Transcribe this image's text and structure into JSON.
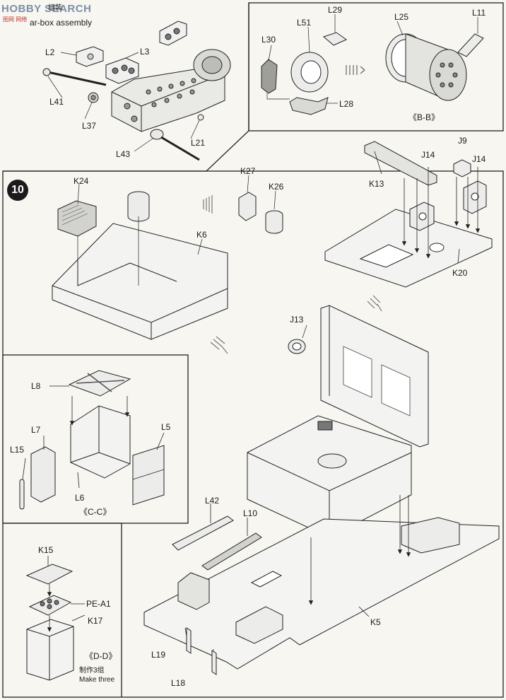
{
  "watermark": {
    "text": "HOBBY SEARCH",
    "sub": "图网 网络"
  },
  "gearbox_title": "ar-box assembly",
  "gearbox_title_cn": "组装",
  "step_number": "10",
  "views": {
    "bb": "《B-B》",
    "cc": "《C-C》",
    "dd": "《D-D》"
  },
  "make_three_cn": "制作3组",
  "make_three": "Make three",
  "labels": {
    "L2": "L2",
    "L3": "L3",
    "L41": "L41",
    "L37": "L37",
    "L21": "L21",
    "L43": "L43",
    "L29": "L29",
    "L30": "L30",
    "L51": "L51",
    "L25": "L25",
    "L11": "L11",
    "L28": "L28",
    "K24": "K24",
    "K6": "K6",
    "K27": "K27",
    "K26": "K26",
    "K13": "K13",
    "J14a": "J14",
    "J9": "J9",
    "J14b": "J14",
    "K20": "K20",
    "J13": "J13",
    "L8": "L8",
    "L7": "L7",
    "L15": "L15",
    "L6": "L6",
    "L5": "L5",
    "K15": "K15",
    "PE_A1": "PE-A1",
    "K17": "K17",
    "L42": "L42",
    "L10": "L10",
    "K5": "K5",
    "L19": "L19",
    "L18": "L18"
  }
}
